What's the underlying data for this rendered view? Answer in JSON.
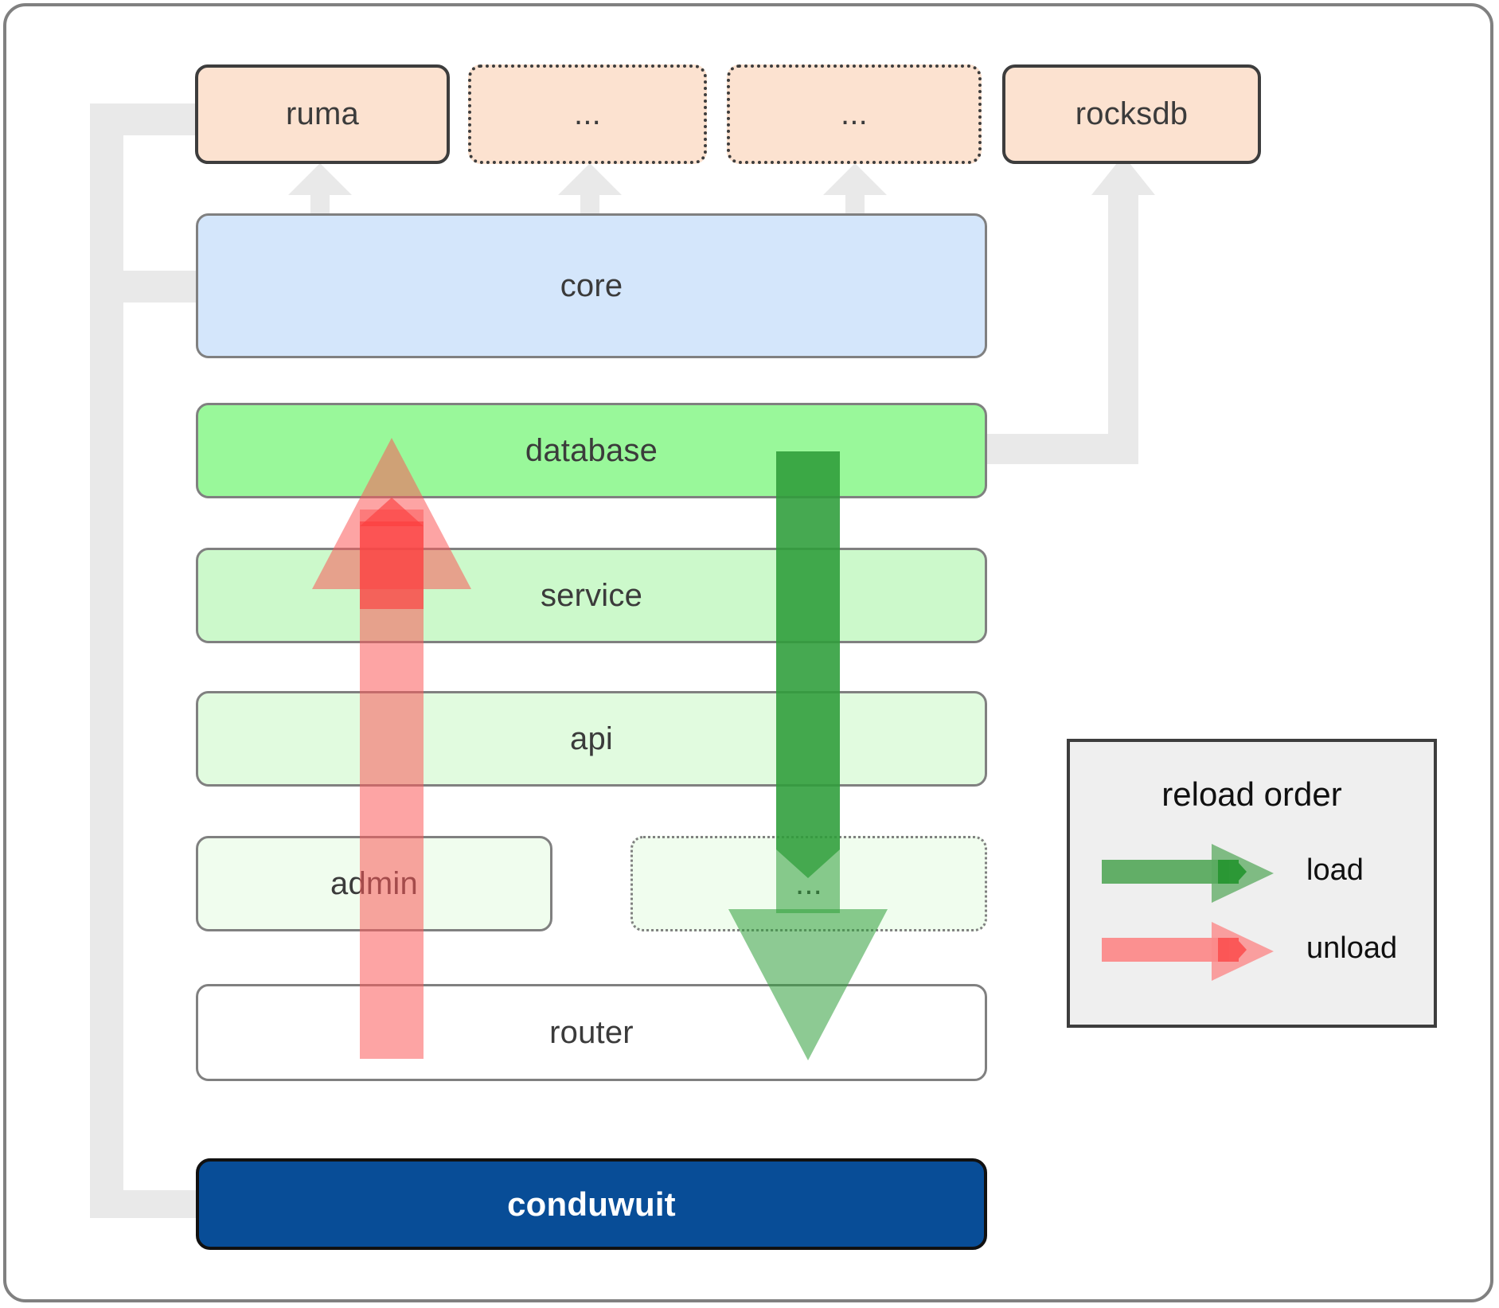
{
  "diagram": {
    "title": "conduwuit crate layering / reload order",
    "packages": [
      {
        "label": "ruma",
        "style": "solid"
      },
      {
        "label": "...",
        "style": "dotted"
      },
      {
        "label": "...",
        "style": "dotted"
      },
      {
        "label": "rocksdb",
        "style": "solid"
      }
    ],
    "layers": [
      {
        "label": "core",
        "color": "#d4e6fb",
        "style": "solid"
      },
      {
        "label": "database",
        "color": "#99f89a",
        "style": "solid"
      },
      {
        "label": "service",
        "color": "#ccf9cb",
        "style": "solid"
      },
      {
        "label": "api",
        "color": "#e1fbdf",
        "style": "solid"
      },
      {
        "label": "admin",
        "color": "#f0fdee",
        "style": "solid"
      },
      {
        "label": "...",
        "color": "#f0fdee",
        "style": "dotted"
      },
      {
        "label": "router",
        "color": "#ffffff",
        "style": "solid"
      }
    ],
    "root": {
      "label": "conduwuit",
      "color": "#084d97"
    },
    "legend": {
      "title": "reload order",
      "entries": [
        {
          "label": "load",
          "color": "#5aaa5f"
        },
        {
          "label": "unload",
          "color": "#fb8a8a"
        }
      ]
    },
    "colors": {
      "connector": "#e9e9e9",
      "load": "#5aaa5f",
      "load_dark": "#2f9e3b",
      "unload": "#fb8a8a",
      "unload_dark": "#fb5a5a",
      "package_fill": "#fce2d0",
      "border_dark": "#3d3d3d",
      "border_gray": "#808080"
    }
  }
}
